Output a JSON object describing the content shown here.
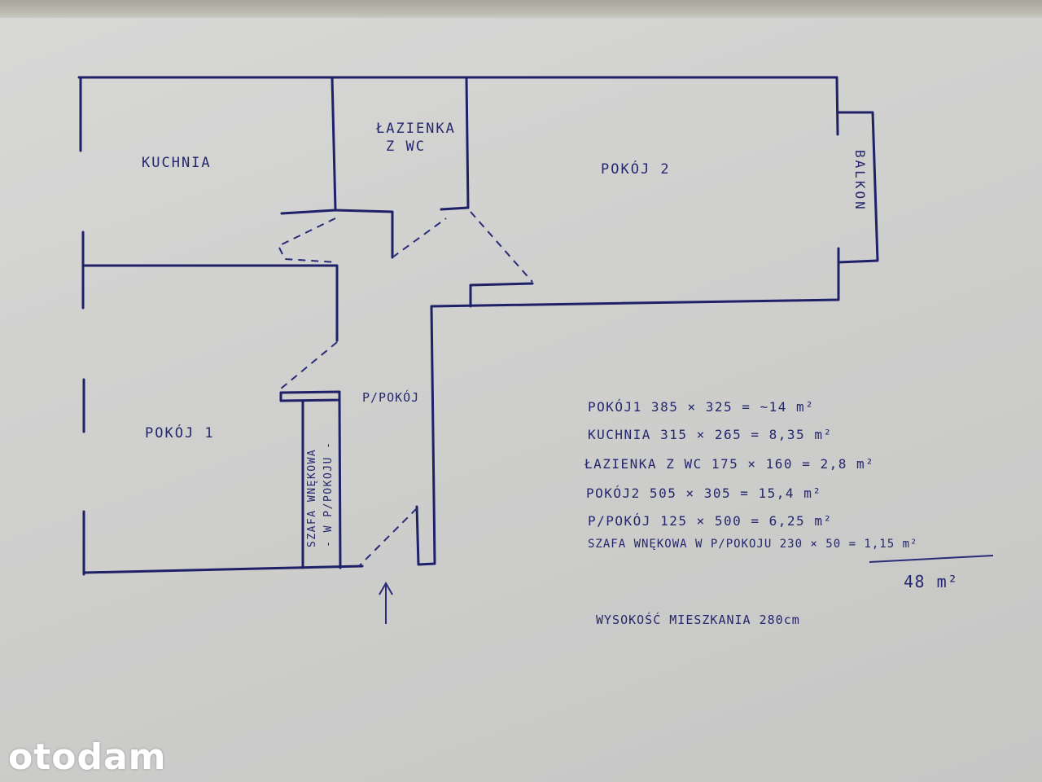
{
  "rooms": {
    "kuchnia": "KUCHNIA",
    "lazienka_line1": "ŁAZIENKA",
    "lazienka_line2": "Z WC",
    "pokoj2": "POKÓJ 2",
    "balkon": "BALKON",
    "pokoj1": "POKÓJ 1",
    "przedpokoj": "P/POKÓJ",
    "szafa_line1": "SZAFA WNĘKOWA",
    "szafa_line2": "- W P/POKOJU -"
  },
  "summary": {
    "rows": [
      "POKÓJ1 385 × 325 = ~14 m²",
      "KUCHNIA 315 × 265 = 8,35 m²",
      "ŁAZIENKA Z WC 175 × 160 = 2,8 m²",
      "POKÓJ2 505 × 305 = 15,4 m²",
      "P/POKÓJ 125 × 500 = 6,25 m²",
      "SZAFA WNĘKOWA W P/POKOJU 230 × 50 = 1,15 m²"
    ],
    "total": "48 m²",
    "height_note": "WYSOKOŚĆ MIESZKANIA 280cm"
  },
  "watermark": "otodam",
  "colors": {
    "ink": "#1f2168",
    "paper": "#d2d2d1"
  },
  "icons": {
    "entrance": "arrow-up-icon"
  }
}
